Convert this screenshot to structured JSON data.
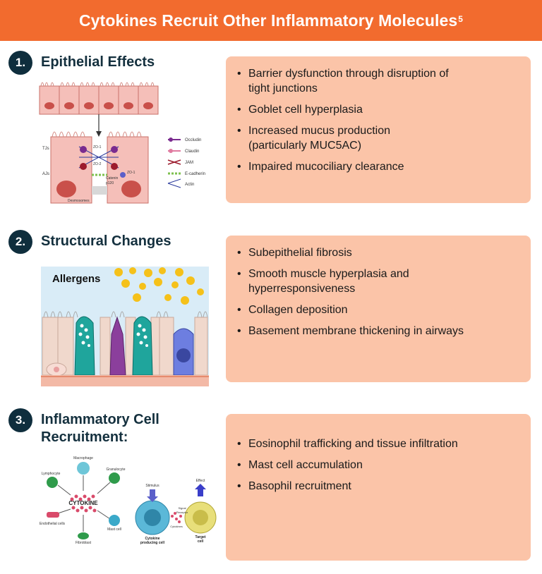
{
  "title": "Cytokines Recruit Other Inflammatory Molecules",
  "title_sup": "5",
  "sections": [
    {
      "number": "1.",
      "title_lines": [
        "Epithelial Effects"
      ],
      "bullets": [
        [
          "Barrier dysfunction through disruption of",
          "tight junctions"
        ],
        [
          "Goblet cell hyperplasia"
        ],
        [
          "Increased mucus production",
          "(particularly MUC5AC)"
        ],
        [
          "Impaired mucociliary clearance"
        ]
      ],
      "figure": {
        "left_labels": [
          "TJs",
          "AJs",
          "Desmosomes"
        ],
        "center_labels": [
          "ZO-1",
          "ZO-2",
          "ZO-1",
          "Catenin",
          "p120"
        ],
        "legend": [
          "Occludin",
          "Claudin",
          "JAM",
          "E-cadherin",
          "Actin"
        ]
      }
    },
    {
      "number": "2.",
      "title_lines": [
        "Structural Changes"
      ],
      "bullets": [
        [
          "Subepithelial fibrosis"
        ],
        [
          "Smooth muscle hyperplasia and",
          "hyperresponsiveness"
        ],
        [
          "Collagen deposition"
        ],
        [
          "Basement membrane thickening in airways"
        ]
      ],
      "figure": {
        "label": "Allergens"
      }
    },
    {
      "number": "3.",
      "title_lines": [
        "Inflammatory Cell",
        "Recruitment:"
      ],
      "bullets": [
        [
          "Eosinophil trafficking and tissue infiltration"
        ],
        [
          "Mast cell accumulation"
        ],
        [
          "Basophil recruitment"
        ]
      ],
      "figure": {
        "center": "CYTOKINE",
        "cells": [
          "Macrophage",
          "Granulocyte",
          "Lymphocyte",
          "Endothelial cells",
          "Fibroblast",
          "Mast cell"
        ],
        "signal_labels": [
          "Stimulus",
          "Effect",
          "Signal",
          "Receptor",
          "Cytokines"
        ],
        "producer": [
          "Cytokine",
          "producing cell"
        ],
        "target": [
          "Target",
          "cell"
        ]
      }
    }
  ],
  "colors": {
    "banner": "#f26b2e",
    "badge": "#0f2e3d",
    "panel": "#fbc4a8"
  }
}
